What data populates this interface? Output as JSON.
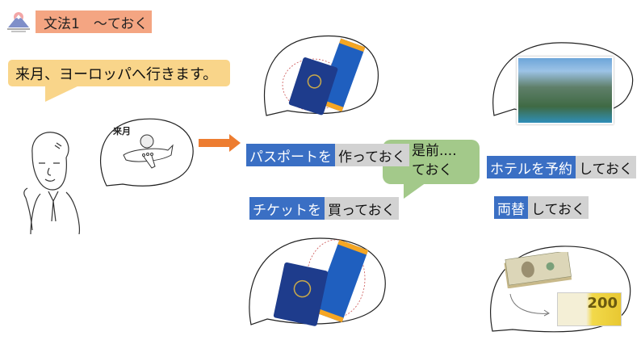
{
  "header": {
    "logo_icon": "mount-fuji-icon",
    "title": "文法1　～ておく"
  },
  "speech": {
    "text": "来月、ヨーロッパへ行きます。"
  },
  "thought_small": {
    "label": "来月",
    "icon": "airplane-traveler-icon"
  },
  "arrow": {
    "icon": "right-arrow-icon",
    "color": "#ed7d31"
  },
  "phrases": [
    {
      "noun": "パスポートを",
      "verb": "作っておく"
    },
    {
      "noun": "チケットを",
      "verb": "買っておく"
    },
    {
      "noun": "ホテルを予約",
      "verb": "しておく"
    },
    {
      "noun": "両替",
      "verb": "しておく"
    }
  ],
  "note_bubble": {
    "line1": "是前....",
    "line2": "ておく"
  },
  "images": {
    "passport_top": "passport-ticket-icon",
    "passport_bottom": "passport-ticket-icon",
    "hotel": "hotel-resort-photo",
    "money": "currency-exchange-icon",
    "euro_note_value": "200"
  },
  "colors": {
    "title_bg": "#f4a582",
    "speech_bg": "#f9d58a",
    "blue": "#3a6fc4",
    "gray": "#d2d2d2",
    "green": "#a3c98a"
  }
}
